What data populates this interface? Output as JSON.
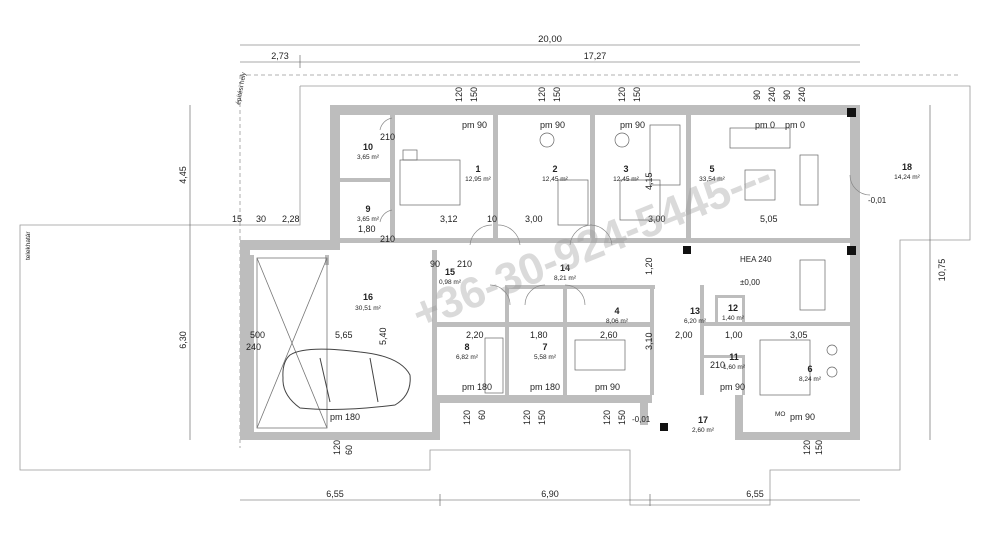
{
  "dimensions": {
    "overall_width": "20,00",
    "top_left": "2,73",
    "top_right": "17,27",
    "left_height_top": "4,45",
    "left_height_bottom": "6,30",
    "right_height": "10,75",
    "bottom_left": "6,55",
    "bottom_mid": "6,90",
    "bottom_right": "6,55"
  },
  "labels": {
    "building_line": "építési hely",
    "boundary": "telekhatár",
    "beam": "HEA 240",
    "elevation_zero": "±0,00",
    "elevation_minus": "-0,01",
    "microwave": "MO"
  },
  "rooms": [
    {
      "num": "1",
      "area": "12,95 m²"
    },
    {
      "num": "2",
      "area": "12,45 m²"
    },
    {
      "num": "3",
      "area": "12,45 m²"
    },
    {
      "num": "4",
      "area": "8,06 m²"
    },
    {
      "num": "5",
      "area": "33,54 m²"
    },
    {
      "num": "6",
      "area": "8,24 m²"
    },
    {
      "num": "7",
      "area": "5,58 m²"
    },
    {
      "num": "8",
      "area": "6,82 m²"
    },
    {
      "num": "9",
      "area": "3,65 m²"
    },
    {
      "num": "10",
      "area": "3,65 m²"
    },
    {
      "num": "11",
      "area": "1,60 m²"
    },
    {
      "num": "12",
      "area": "1,40 m²"
    },
    {
      "num": "13",
      "area": "6,20 m²"
    },
    {
      "num": "14",
      "area": "8,21 m²"
    },
    {
      "num": "15",
      "area": "0,98 m²"
    },
    {
      "num": "16",
      "area": "30,51 m²"
    },
    {
      "num": "17",
      "area": "2,60 m²"
    },
    {
      "num": "18",
      "area": "14,24 m²"
    }
  ],
  "openings": {
    "window_top": [
      "120",
      "150",
      "120",
      "150",
      "120",
      "150",
      "90",
      "240",
      "90",
      "240"
    ],
    "window_bottom": [
      "120",
      "60",
      "120",
      "60",
      "120",
      "150",
      "120",
      "150",
      "120",
      "150"
    ],
    "pm": [
      "pm 90",
      "pm 90",
      "pm 90",
      "pm 0",
      "pm 0",
      "pm 180",
      "pm 180",
      "pm 90",
      "pm 180",
      "pm 90",
      "pm 90"
    ],
    "door": [
      "90",
      "210"
    ]
  },
  "inner_dims": [
    "3,12",
    "3,00",
    "3,00",
    "5,05",
    "2,28",
    "1,80",
    "5,65",
    "2,20",
    "1,80",
    "2,60",
    "2,00",
    "1,00",
    "3,05",
    "5,40",
    "4,15",
    "1,20",
    "3,10",
    "15",
    "30",
    "10",
    "500",
    "240"
  ],
  "watermark": "+36-30-924-5445---"
}
